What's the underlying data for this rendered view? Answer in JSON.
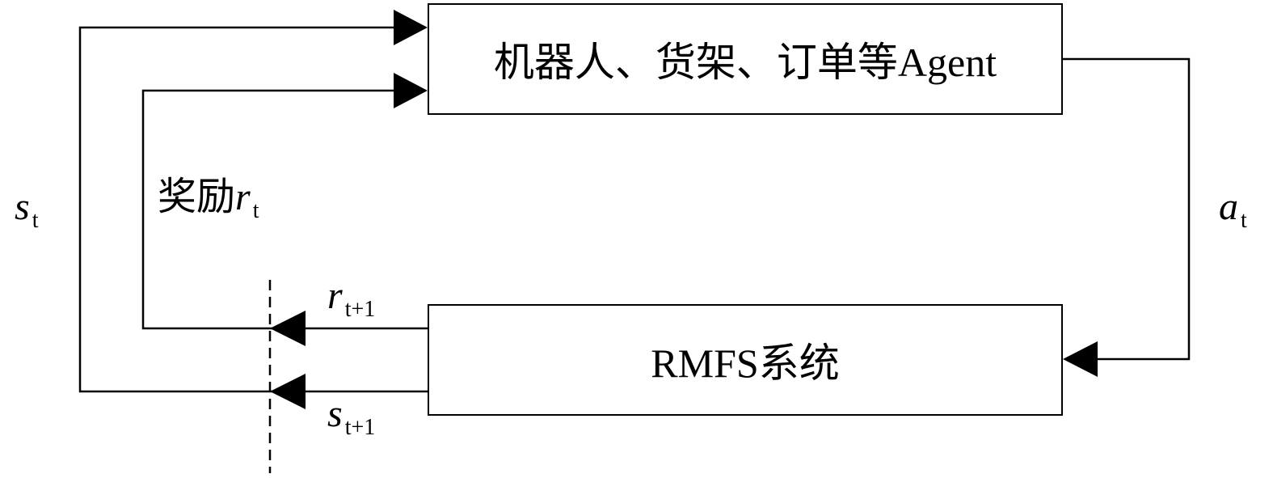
{
  "agent_box": {
    "label": "机器人、货架、订单等Agent"
  },
  "environment_box": {
    "label": "RMFS系统"
  },
  "labels": {
    "state_t": {
      "symbol": "s",
      "subscript": "t"
    },
    "reward_t": {
      "prefix": "奖励",
      "symbol": "r",
      "subscript": "t"
    },
    "action_t": {
      "symbol": "a",
      "subscript": "t"
    },
    "reward_t1": {
      "symbol": "r",
      "subscript": "t+1"
    },
    "state_t1": {
      "symbol": "s",
      "subscript": "t+1"
    }
  },
  "colors": {
    "line": "#000000",
    "background": "#ffffff"
  }
}
